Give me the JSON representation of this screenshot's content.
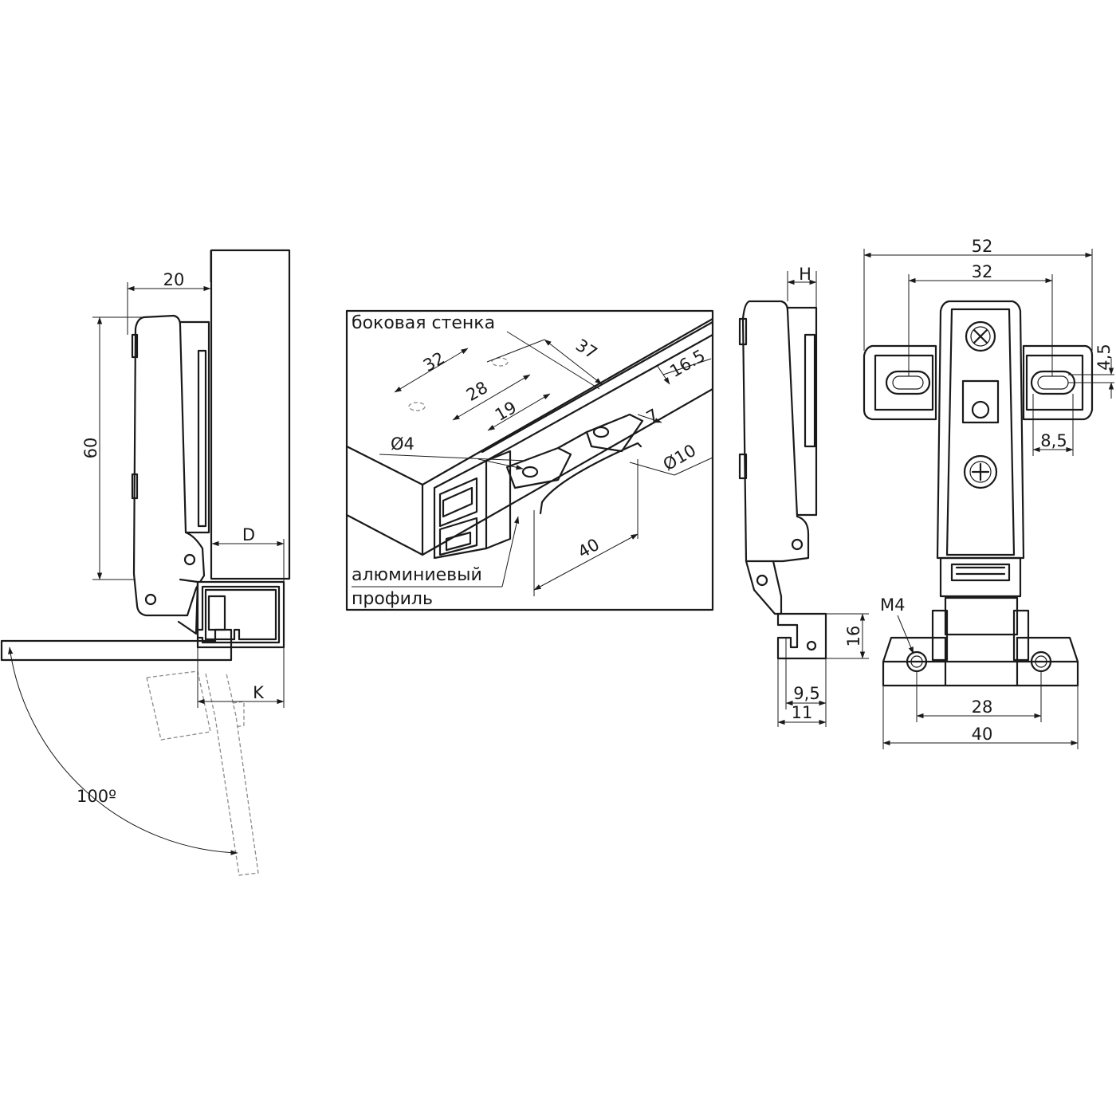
{
  "views": {
    "side": {
      "dim_top": "20",
      "dim_height": "60",
      "dim_d": "D",
      "dim_k": "K",
      "angle": "100º"
    },
    "detail": {
      "wall_label": "боковая стенка",
      "profile_label_1": "алюминиевый",
      "profile_label_2": "профиль",
      "dims": {
        "d32": "32",
        "d37": "37",
        "d28": "28",
        "d19": "19",
        "d16_5": "16.5",
        "d7": "7",
        "d4": "Ø4",
        "d10": "Ø10",
        "d40": "40"
      }
    },
    "profile": {
      "dim_h": "H",
      "dim_16": "16",
      "dim_9_5": "9,5",
      "dim_11": "11"
    },
    "front": {
      "dim_52": "52",
      "dim_32": "32",
      "dim_4_5": "4,5",
      "dim_8_5": "8,5",
      "dim_m4": "M4",
      "dim_28": "28",
      "dim_40": "40"
    }
  },
  "colors": {
    "line": "#1a1a1a",
    "hidden": "#8a8a8a",
    "background": "#ffffff"
  }
}
